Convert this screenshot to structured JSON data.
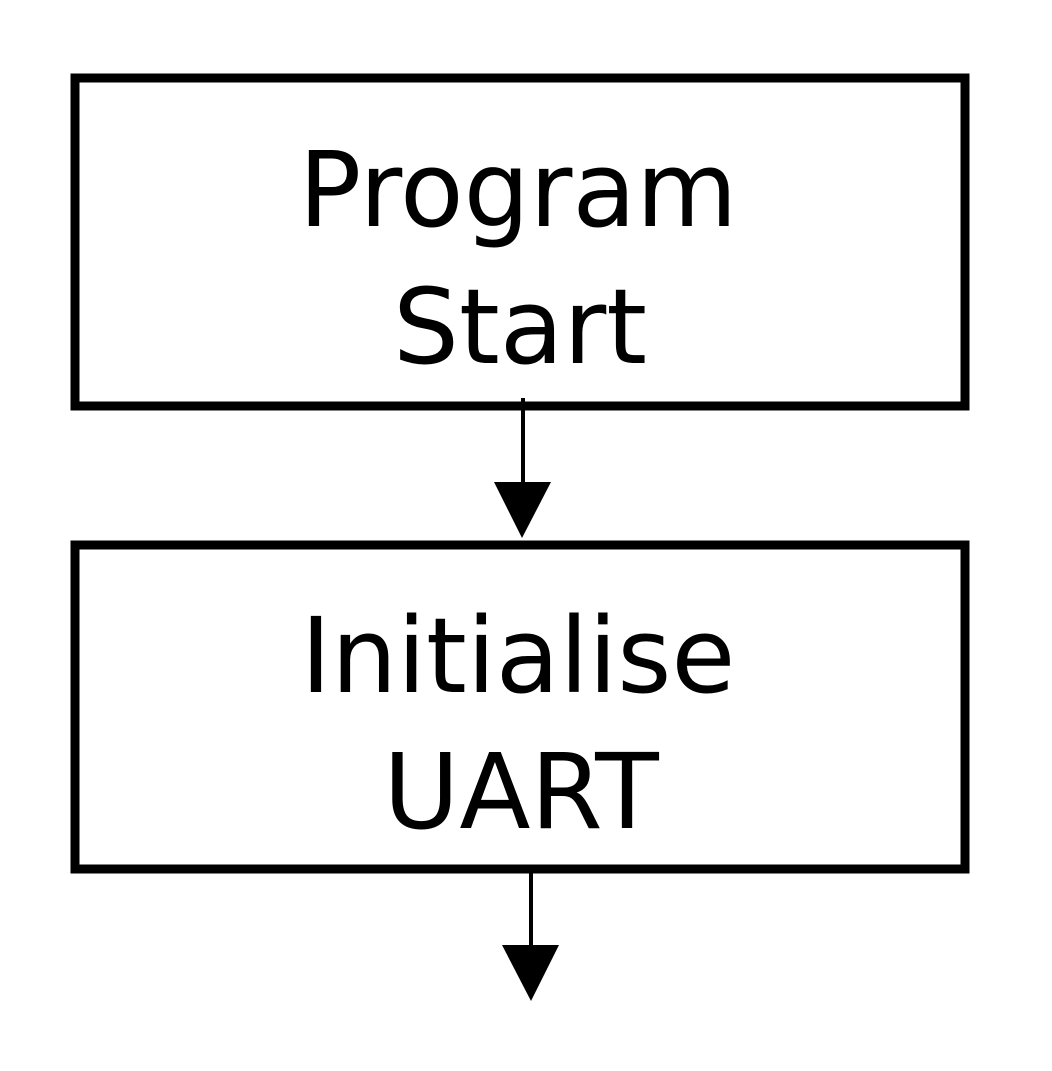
{
  "diagram": {
    "type": "flowchart",
    "nodes": [
      {
        "id": "program-start",
        "line1": "Program",
        "line2": "Start"
      },
      {
        "id": "initialise-uart",
        "line1": "Initialise",
        "line2": "UART"
      }
    ],
    "edges": [
      {
        "from": "program-start",
        "to": "initialise-uart"
      },
      {
        "from": "initialise-uart",
        "to": ""
      }
    ],
    "colors": {
      "stroke": "#000000",
      "background": "#ffffff"
    }
  }
}
